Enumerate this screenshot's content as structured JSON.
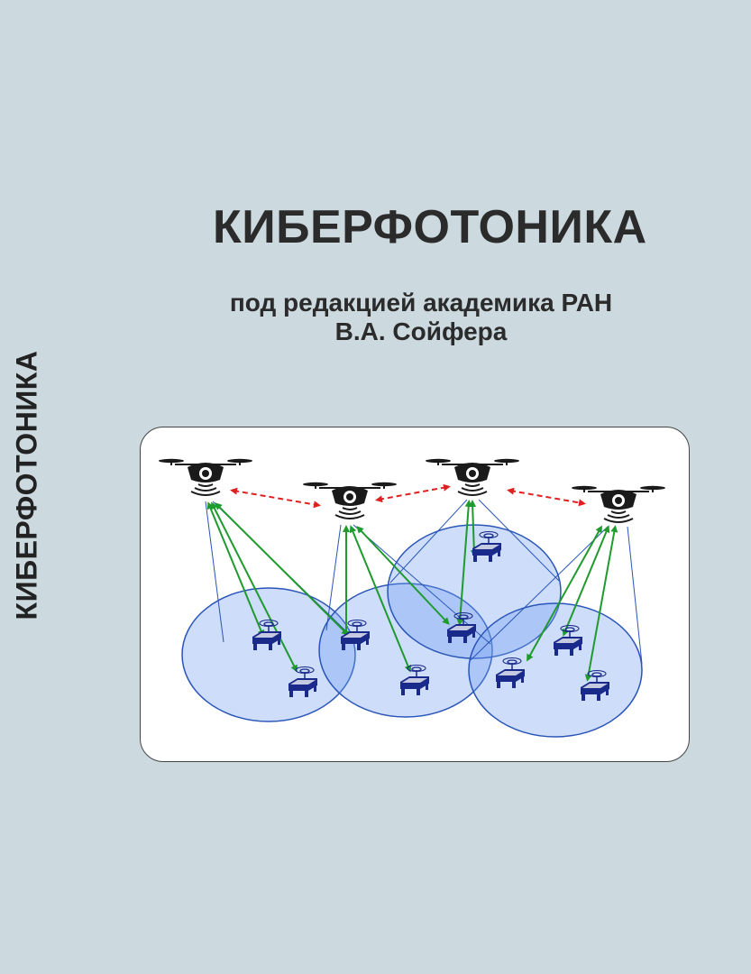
{
  "cover": {
    "spine_title": "КИБЕРФОТОНИКА",
    "title": "КИБЕРФОТОНИКА",
    "editor_line1": "под редакцией академика РАН",
    "editor_line2": "В.А. Сойфера"
  },
  "colors": {
    "background": "#ccd9df",
    "text": "#2b2b2b",
    "coverage_fill": "#6f9ff0",
    "coverage_stroke": "#2a55b8",
    "uplink_arrow": "#1f9a2e",
    "drone_link": "#e02020",
    "drone_body": "#1a1a1a",
    "ground_robot": "#1a2a8a"
  },
  "figure": {
    "icons": [
      "drone-icon",
      "ground-robot-icon",
      "coverage-zone",
      "communication-arrow"
    ]
  }
}
